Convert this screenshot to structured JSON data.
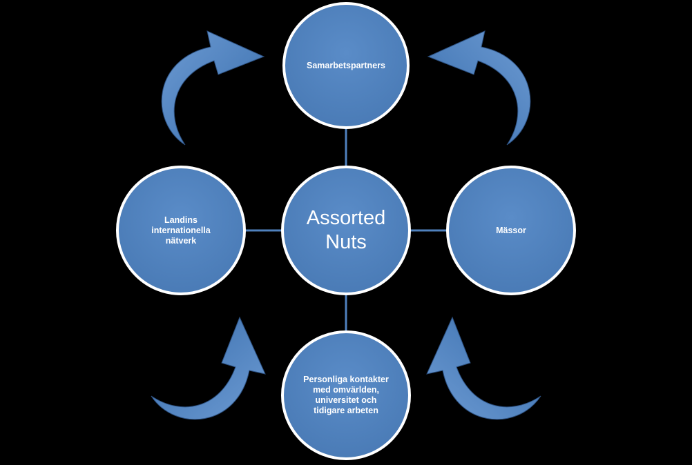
{
  "diagram": {
    "background": "#000000",
    "colors": {
      "node_fill": "#4f81bd",
      "node_stroke": "#ffffff",
      "connector": "#4f81bd",
      "arrow_fill": "#4f81bd",
      "arrow_shade": "#2c5080"
    },
    "center": {
      "label": "Assorted\nNuts"
    },
    "nodes": {
      "top": {
        "label": "Samarbetspartners"
      },
      "left": {
        "label": "Landins\ninternationella\nnätverk"
      },
      "right": {
        "label": "Mässor"
      },
      "bottom": {
        "label": "Personliga kontakter\nmed omvärlden,\nuniversitet  och\ntidigare arbeten"
      }
    }
  }
}
